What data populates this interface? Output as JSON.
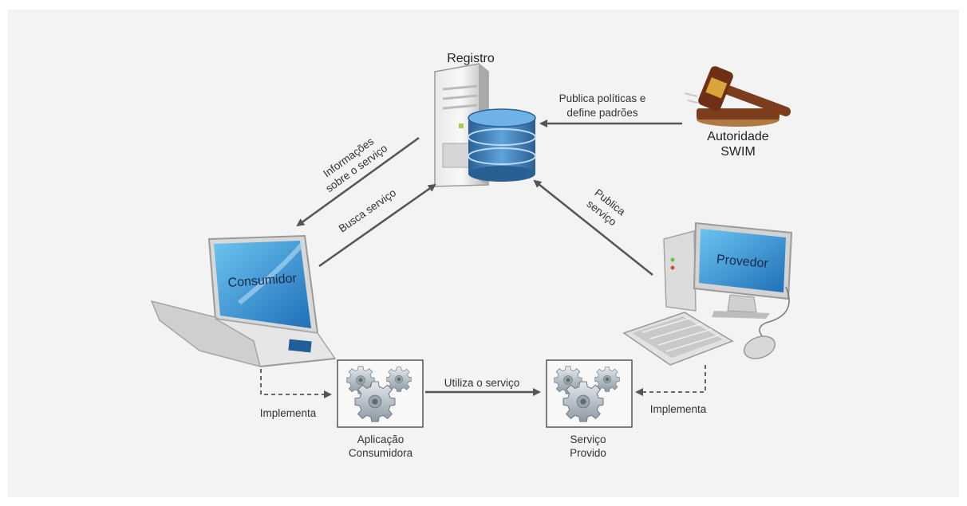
{
  "nodes": {
    "registry": "Registro",
    "authority_line1": "Autoridade",
    "authority_line2": "SWIM",
    "consumer_screen": "Consumidor",
    "provider_screen": "Provedor",
    "consumer_app_line1": "Aplicação",
    "consumer_app_line2": "Consumidora",
    "provided_service_line1": "Serviço",
    "provided_service_line2": "Provido"
  },
  "edges": {
    "authority_to_registry_line1": "Publica políticas e",
    "authority_to_registry_line2": "define padrões",
    "registry_to_consumer_line1": "Informações",
    "registry_to_consumer_line2": "sobre o serviço",
    "consumer_to_registry": "Busca serviço",
    "provider_to_registry_line1": "Publica",
    "provider_to_registry_line2": "serviço",
    "app_to_service": "Utiliza o serviço",
    "consumer_implements": "Implementa",
    "provider_implements": "Implementa"
  },
  "colors": {
    "background": "#f3f3f3",
    "arrow": "#555555",
    "screen": "#3c9ad6",
    "database": "#2f6fa8"
  }
}
